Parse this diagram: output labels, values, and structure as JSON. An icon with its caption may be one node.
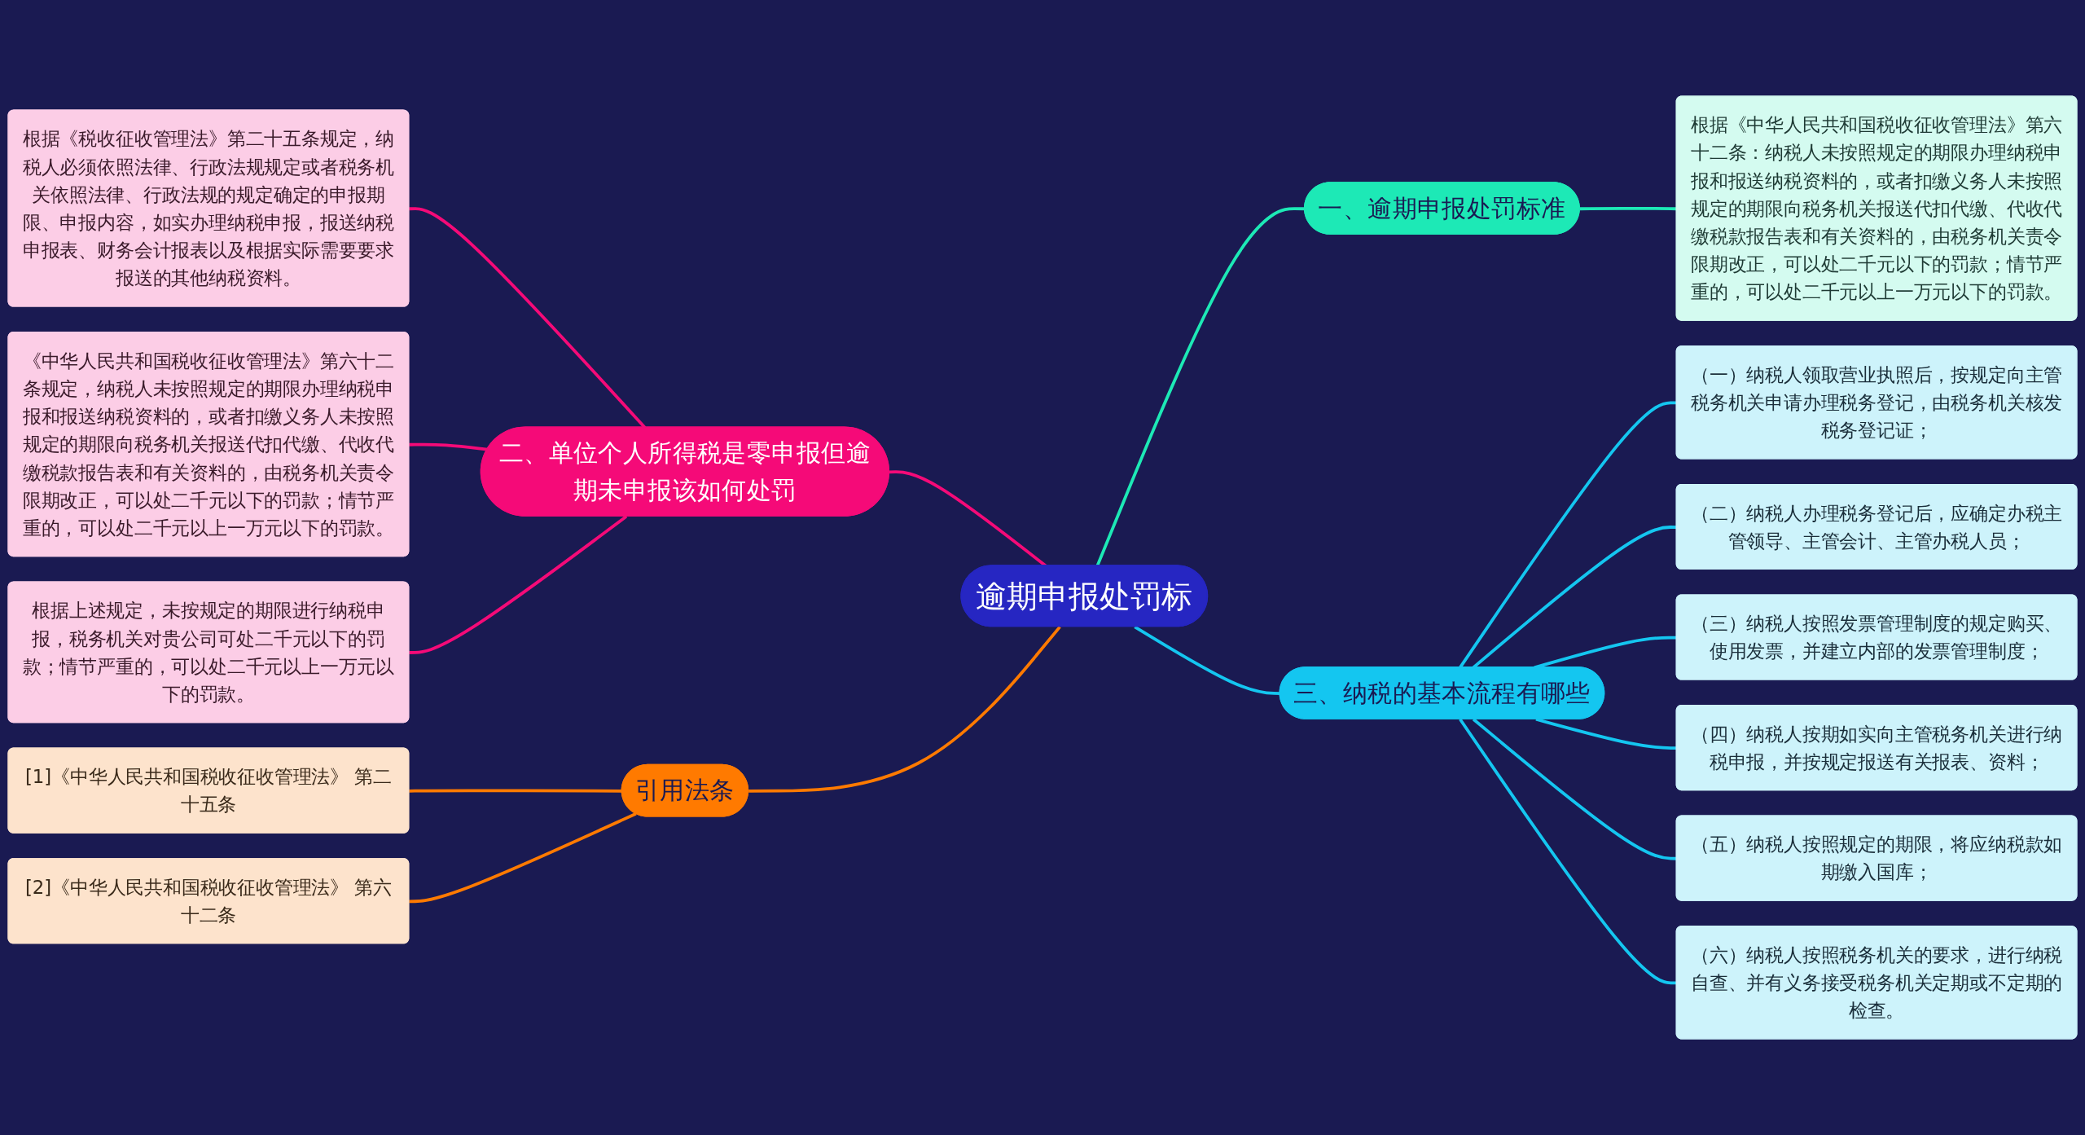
{
  "diagram": {
    "nodes": [
      {
        "text": [
          "逾期申报处罚标"
        ]
      },
      {
        "text": [
          "一、逾期申报处罚标准"
        ]
      },
      {
        "text": [
          "根据《中华人民共和国税收征收管理法》第六十二条：纳税人未按照规定的期限办理纳税申报和报送纳税资料的，或者扣缴义务人未按照规定的期限向税务机关报送代扣代缴、代收代缴税款报告表和有关资料的，由税务机关责令限期改正，可以处二千元以下的罚款；情节严重的，可以处二千元以上一万元以下的罚款。"
        ]
      },
      {
        "text": [
          "二、单位个人所得税是零申报但逾期未申报该如何处罚"
        ]
      },
      {
        "text": [
          "根据《税收征收管理法》第二十五条规定，纳税人必须依照法律、行政法规规定或者税务机关依照法律、行政法规的规定确定的申报期限、申报内容，如实办理纳税申报，报送纳税申报表、财务会计报表以及根据实际需要要求报送的其他纳税资料。"
        ]
      },
      {
        "text": [
          "《中华人民共和国税收征收管理法》第六十二条规定，纳税人未按照规定的期限办理纳税申报和报送纳税资料的，或者扣缴义务人未按照规定的期限向税务机关报送代扣代缴、代收代缴税款报告表和有关资料的，由税务机关责令限期改正，可以处二千元以下的罚款；情节严重的，可以处二千元以上一万元以下的罚款。"
        ]
      },
      {
        "text": [
          "根据上述规定，未按规定的期限进行纳税申报，税务机关对贵公司可处二千元以下的罚款；情节严重的，可以处二千元以上一万元以下的罚款。"
        ]
      },
      {
        "text": [
          "三、纳税的基本流程有哪些"
        ]
      },
      {
        "text": [
          "（一）纳税人领取营业执照后，按规定向主管税务机关申请办理税务登记，由税务机关核发税务登记证；"
        ]
      },
      {
        "text": [
          "（二）纳税人办理税务登记后，应确定办税主管领导、主管会计、主管办税人员；"
        ]
      },
      {
        "text": [
          "（三）纳税人按照发票管理制度的规定购买、使用发票，并建立内部的发票管理制度；"
        ]
      },
      {
        "text": [
          "（四）纳税人按期如实向主管税务机关进行纳税申报，并按规定报送有关报表、资料；"
        ]
      },
      {
        "text": [
          "（五）纳税人按照规定的期限，将应纳税款如期缴入国库；"
        ]
      },
      {
        "text": [
          "（六）纳税人按照税务机关的要求，进行纳税自查、并有义务接受税务机关定期或不定期的检查。"
        ]
      },
      {
        "text": [
          "引用法条"
        ]
      },
      {
        "text": [
          "[1]《中华人民共和国税收征收管理法》 第二十五条"
        ]
      },
      {
        "text": [
          "[2]《中华人民共和国税收征收管理法》 第六十二条"
        ]
      }
    ],
    "edges": [
      {
        "from": 0,
        "to": 1,
        "arrow": "none",
        "color": "#1de9b6"
      },
      {
        "from": 1,
        "to": 2,
        "arrow": "none",
        "color": "#1de9b6"
      },
      {
        "from": 0,
        "to": 3,
        "arrow": "none",
        "color": "#f50a78"
      },
      {
        "from": 3,
        "to": 4,
        "arrow": "none",
        "color": "#f50a78"
      },
      {
        "from": 3,
        "to": 5,
        "arrow": "none",
        "color": "#f50a78"
      },
      {
        "from": 3,
        "to": 6,
        "arrow": "none",
        "color": "#f50a78"
      },
      {
        "from": 0,
        "to": 7,
        "arrow": "none",
        "color": "#14c6f0"
      },
      {
        "from": 7,
        "to": 8,
        "arrow": "none",
        "color": "#14c6f0"
      },
      {
        "from": 7,
        "to": 9,
        "arrow": "none",
        "color": "#14c6f0"
      },
      {
        "from": 7,
        "to": 10,
        "arrow": "none",
        "color": "#14c6f0"
      },
      {
        "from": 7,
        "to": 11,
        "arrow": "none",
        "color": "#14c6f0"
      },
      {
        "from": 7,
        "to": 12,
        "arrow": "none",
        "color": "#14c6f0"
      },
      {
        "from": 7,
        "to": 13,
        "arrow": "none",
        "color": "#14c6f0"
      },
      {
        "from": 0,
        "to": 14,
        "arrow": "none",
        "color": "#ff7a00"
      },
      {
        "from": 14,
        "to": 15,
        "arrow": "none",
        "color": "#ff7a00"
      },
      {
        "from": 14,
        "to": 16,
        "arrow": "none",
        "color": "#ff7a00"
      }
    ]
  }
}
